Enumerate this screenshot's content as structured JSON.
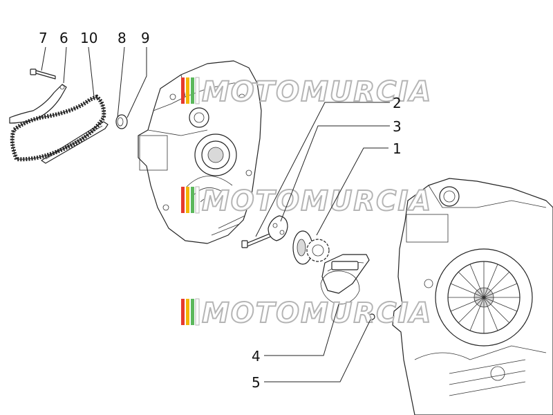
{
  "callouts": [
    {
      "id": "7",
      "label": "7"
    },
    {
      "id": "6",
      "label": "6"
    },
    {
      "id": "10",
      "label": "10"
    },
    {
      "id": "8",
      "label": "8"
    },
    {
      "id": "9",
      "label": "9"
    },
    {
      "id": "2",
      "label": "2"
    },
    {
      "id": "3",
      "label": "3"
    },
    {
      "id": "1",
      "label": "1"
    },
    {
      "id": "4",
      "label": "4"
    },
    {
      "id": "5",
      "label": "5"
    }
  ],
  "watermark": {
    "text": "MOTOMURCIA",
    "stripe_colors": [
      "#e63b2e",
      "#f2b705",
      "#5cb85c",
      "#ffffff"
    ]
  }
}
